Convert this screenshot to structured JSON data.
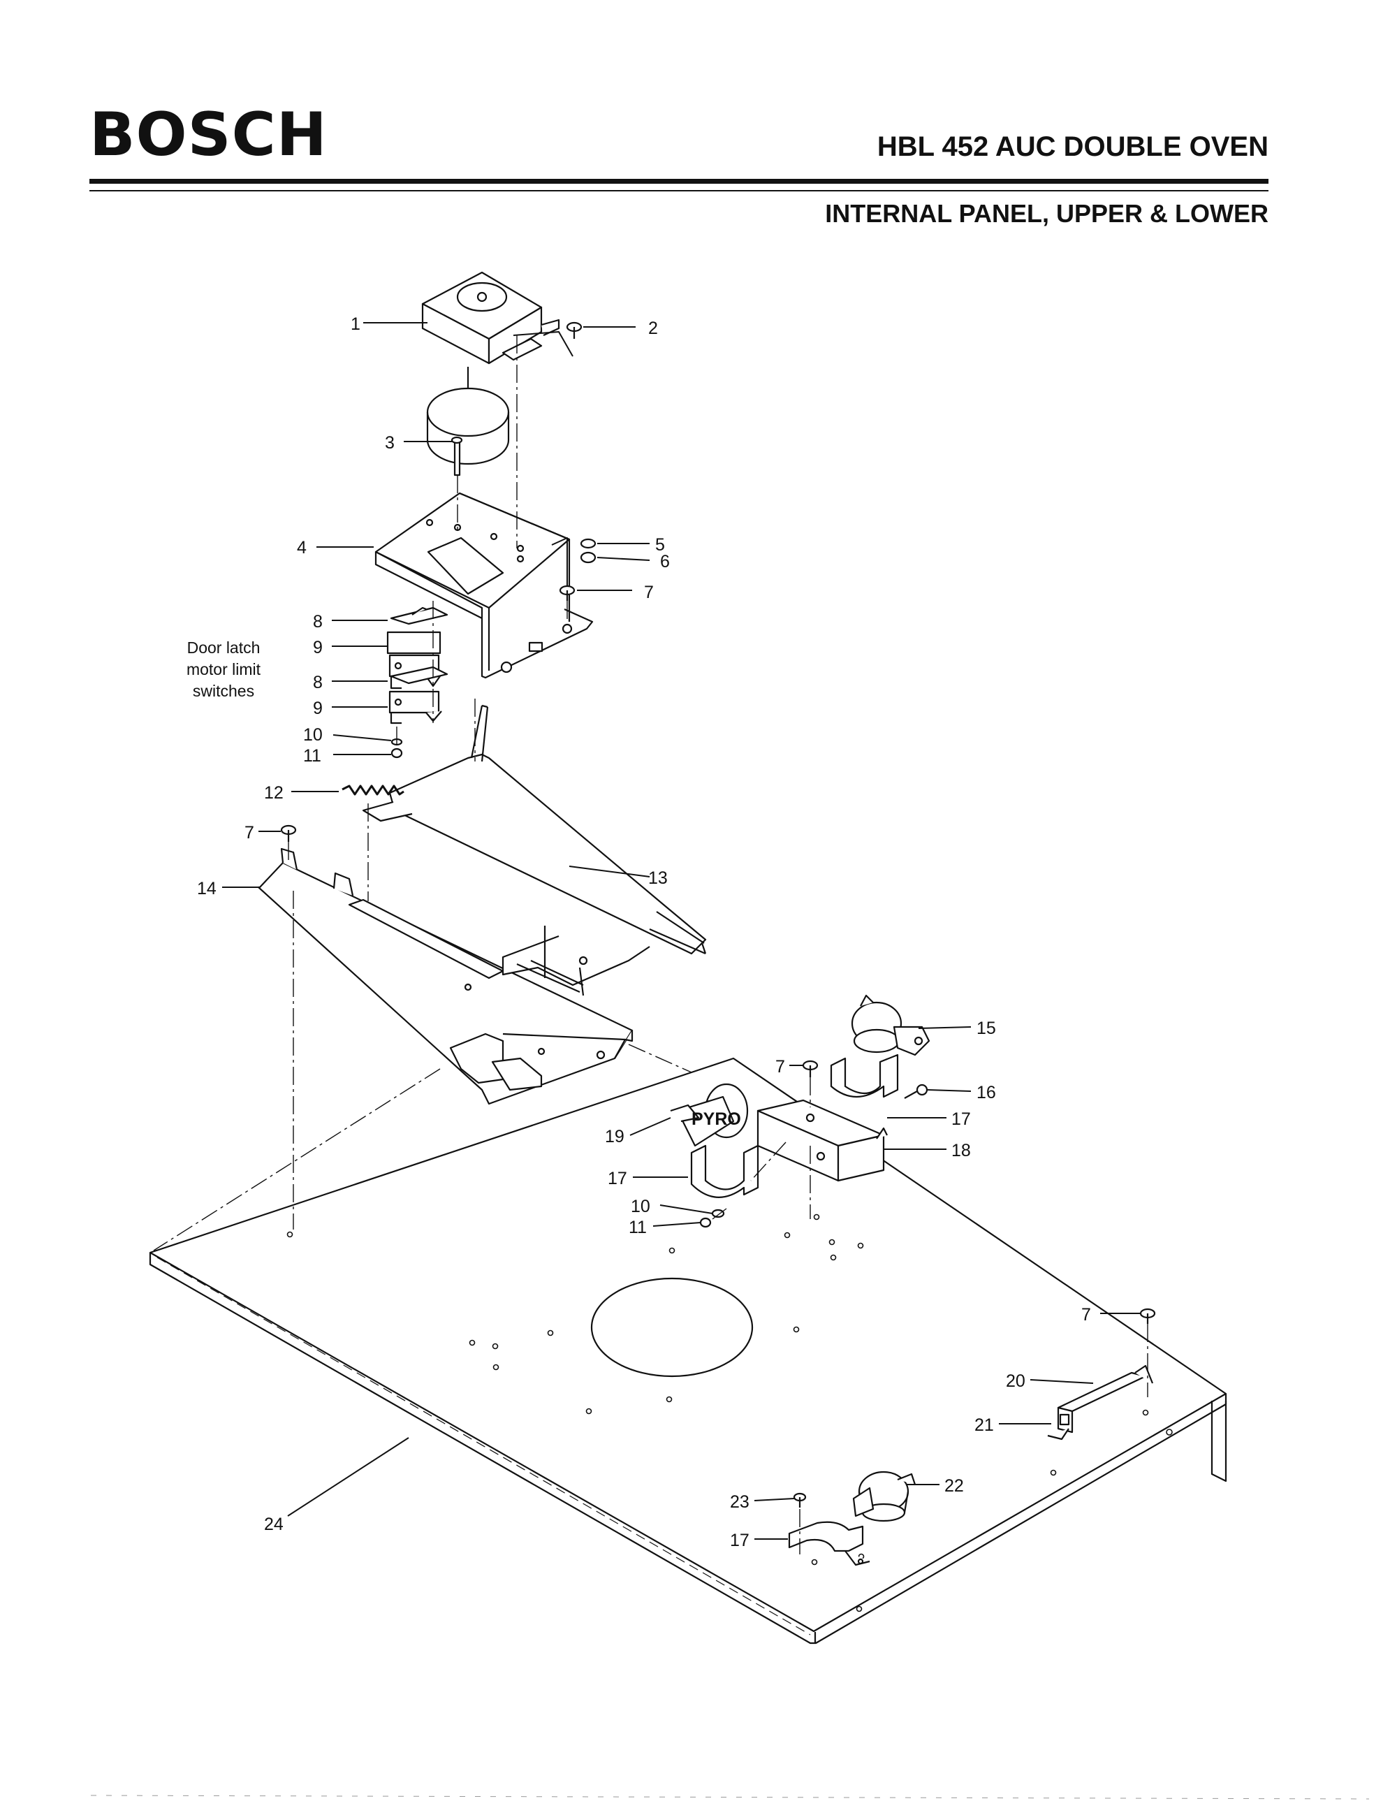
{
  "header": {
    "brand": "BOSCH",
    "model": "HBL 452 AUC DOUBLE OVEN",
    "section": "INTERNAL PANEL, UPPER & LOWER"
  },
  "note": {
    "line1": "Door latch",
    "line2": "motor limit",
    "line3": "switches"
  },
  "callouts": [
    {
      "num": "1",
      "part": "door-latch-motor"
    },
    {
      "num": "2",
      "part": "screw"
    },
    {
      "num": "3",
      "part": "pin"
    },
    {
      "num": "4",
      "part": "motor-bracket"
    },
    {
      "num": "5",
      "part": "washer"
    },
    {
      "num": "6",
      "part": "nut"
    },
    {
      "num": "7",
      "part": "screw"
    },
    {
      "num": "8",
      "part": "insulator"
    },
    {
      "num": "9",
      "part": "limit-switch"
    },
    {
      "num": "8",
      "part": "insulator"
    },
    {
      "num": "9",
      "part": "limit-switch"
    },
    {
      "num": "10",
      "part": "washer"
    },
    {
      "num": "11",
      "part": "nut"
    },
    {
      "num": "12",
      "part": "spring"
    },
    {
      "num": "7",
      "part": "screw"
    },
    {
      "num": "14",
      "part": "latch-rail"
    },
    {
      "num": "13",
      "part": "latch-lever"
    },
    {
      "num": "15",
      "part": "thermostat"
    },
    {
      "num": "7",
      "part": "screw"
    },
    {
      "num": "16",
      "part": "screw"
    },
    {
      "num": "17",
      "part": "clip"
    },
    {
      "num": "18",
      "part": "thermostat-bracket"
    },
    {
      "num": "19",
      "part": "pyro-thermostat"
    },
    {
      "num": "17",
      "part": "clip"
    },
    {
      "num": "10",
      "part": "washer"
    },
    {
      "num": "11",
      "part": "nut"
    },
    {
      "num": "7",
      "part": "screw"
    },
    {
      "num": "20",
      "part": "bracket"
    },
    {
      "num": "21",
      "part": "bracket"
    },
    {
      "num": "22",
      "part": "thermostat"
    },
    {
      "num": "23",
      "part": "screw"
    },
    {
      "num": "17",
      "part": "clip"
    },
    {
      "num": "24",
      "part": "internal-panel"
    }
  ]
}
